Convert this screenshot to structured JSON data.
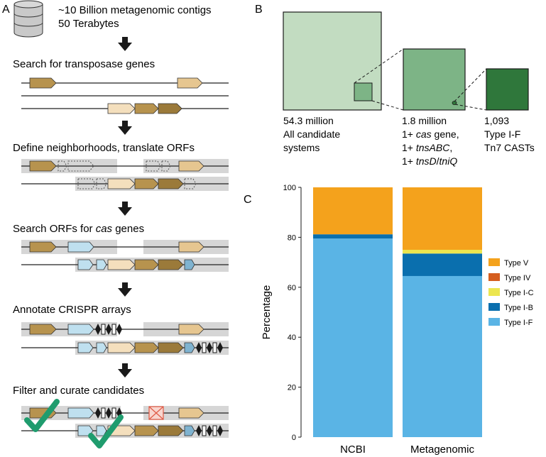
{
  "panel_a": {
    "letter": "A",
    "database_line1": "~10 Billion metagenomic contigs",
    "database_line2": "50 Terabytes",
    "steps": [
      "Search for transposase genes",
      "Define neighborhoods, translate ORFs",
      "Search ORFs for ",
      "Annotate CRISPR arrays",
      "Filter and curate candidates"
    ],
    "step3_italic": "cas",
    "step3_suffix": " genes",
    "colors": {
      "gene_dark": "#b7934e",
      "gene_light": "#e6c690",
      "gene_pale": "#f4dfbd",
      "cas_blue": "#bfe0ef",
      "neighborhood_gray": "#d6d6d6",
      "check_green": "#1f9c6e",
      "reject_red": "#e05a45"
    }
  },
  "panel_b": {
    "letter": "B",
    "boxes": [
      {
        "line1": "54.3 million",
        "line2": "All candidate",
        "line3": "systems",
        "color": "#c2dcc1"
      },
      {
        "line1": "1.8 million",
        "line2a": "1+ ",
        "line2i": "cas",
        "line2b": " gene,",
        "line3a": "1+ ",
        "line3i": "tnsABC",
        "line3b": ",",
        "line4a": "1+ ",
        "line4i": "tnsD",
        "line4b": "/",
        "line4i2": "tniQ",
        "color": "#7db486"
      },
      {
        "line1": "1,093",
        "line2": "Type I-F",
        "line3": "Tn7 CASTs",
        "color": "#2f773b"
      }
    ]
  },
  "chart_data": {
    "type": "bar",
    "stacked": true,
    "letter": "C",
    "categories": [
      "NCBI",
      "Metagenomic"
    ],
    "series": [
      {
        "name": "Type I-F",
        "color": "#5ab4e5",
        "values": [
          79.5,
          64.5
        ]
      },
      {
        "name": "Type I-B",
        "color": "#0a6fae",
        "values": [
          1.7,
          9.0
        ]
      },
      {
        "name": "Type I-C",
        "color": "#ece64f",
        "values": [
          0.0,
          1.5
        ]
      },
      {
        "name": "Type IV",
        "color": "#d55e1f",
        "values": [
          0.0,
          0.0
        ]
      },
      {
        "name": "Type V",
        "color": "#f4a21c",
        "values": [
          18.8,
          25.0
        ]
      }
    ],
    "legend_order": [
      "Type V",
      "Type IV",
      "Type I-C",
      "Type I-B",
      "Type I-F"
    ],
    "ylabel": "Percentage",
    "yticks": [
      0,
      20,
      40,
      60,
      80,
      100
    ],
    "ylim": [
      0,
      100
    ],
    "legend_position": "right",
    "grid": false
  }
}
